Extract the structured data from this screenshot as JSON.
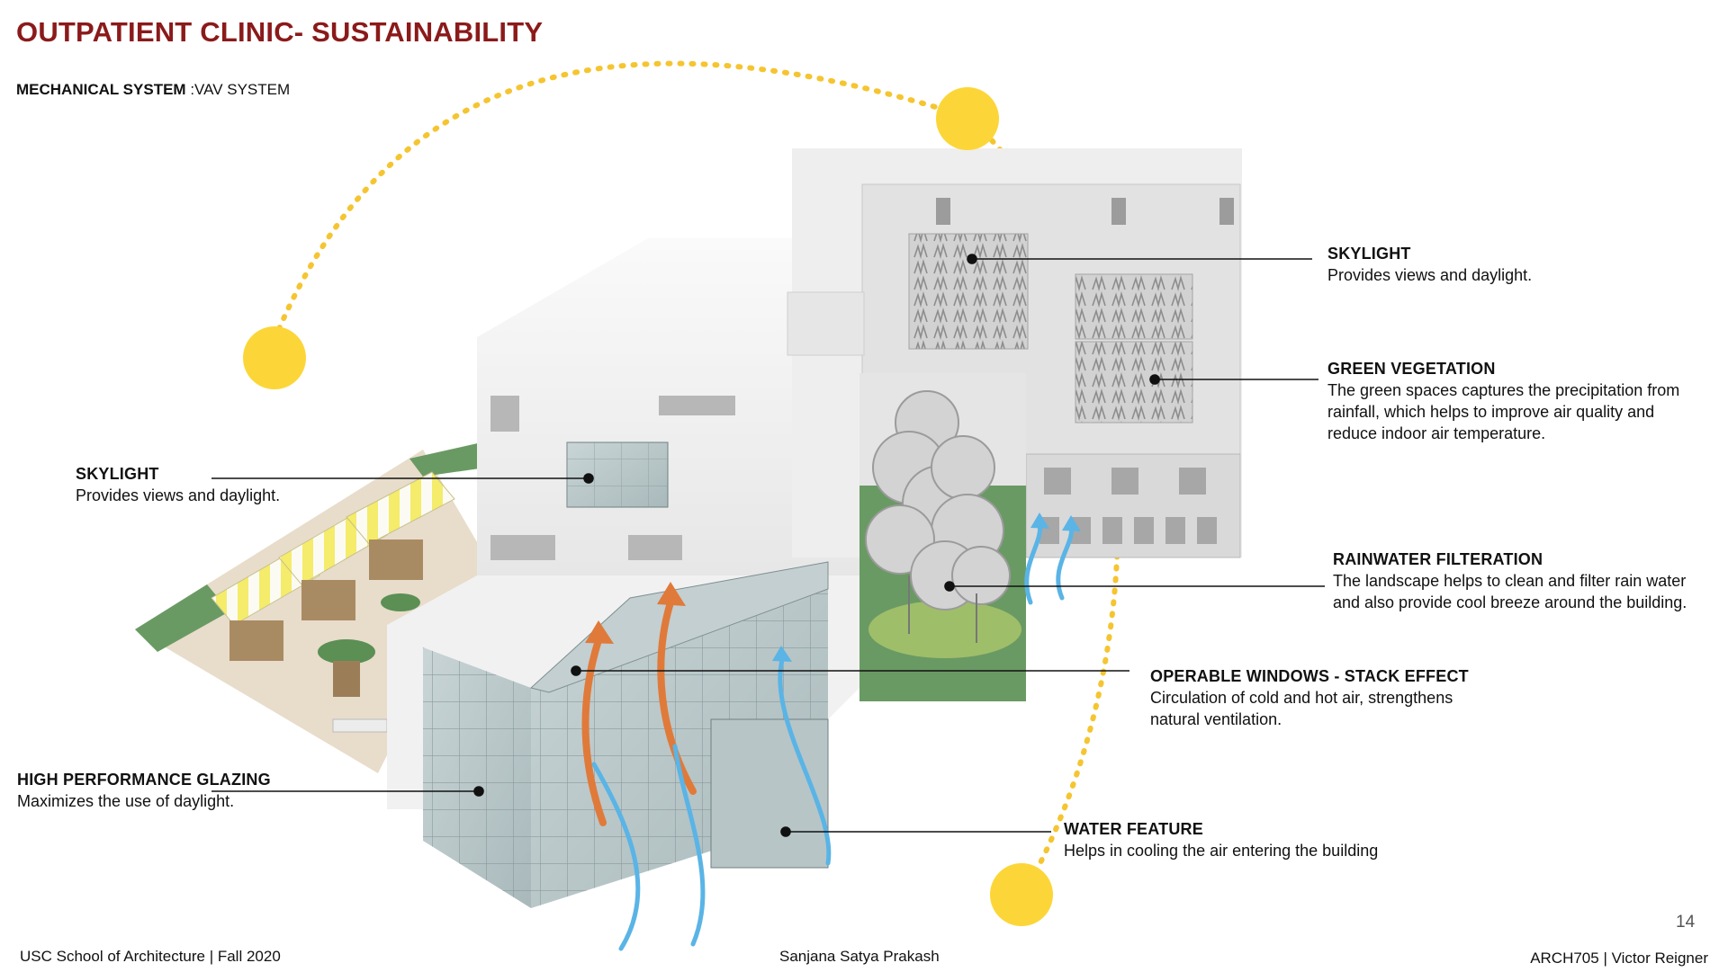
{
  "header": {
    "title": "OUTPATIENT CLINIC- SUSTAINABILITY",
    "subtitle_label": "MECHANICAL SYSTEM",
    "subtitle_value": " :VAV SYSTEM"
  },
  "callouts": {
    "skylight_left": {
      "heading": "SKYLIGHT",
      "desc": "Provides views and daylight."
    },
    "glazing": {
      "heading": "HIGH PERFORMANCE GLAZING",
      "desc": "Maximizes the use of daylight."
    },
    "skylight_right": {
      "heading": "SKYLIGHT",
      "desc": "Provides views and daylight."
    },
    "vegetation": {
      "heading": "GREEN VEGETATION",
      "desc": "The green spaces captures the precipitation from\n rainfall, which helps to improve air quality and\n reduce indoor air temperature."
    },
    "rainwater": {
      "heading": "RAINWATER FILTERATION",
      "desc": "The landscape helps to clean and filter rain water\nand also provide cool breeze around the building."
    },
    "windows": {
      "heading": "OPERABLE WINDOWS - STACK EFFECT",
      "desc": "Circulation of cold and hot air, strengthens\nnatural ventilation."
    },
    "water": {
      "heading": "WATER FEATURE",
      "desc": "Helps in cooling the air entering the building"
    }
  },
  "footer": {
    "left": "USC School of Architecture | Fall 2020",
    "center": "Sanjana Satya Prakash",
    "right": "ARCH705 | Victor Reigner",
    "page": "14"
  },
  "colors": {
    "title": "#8b1a1a",
    "sun": "#fcd638",
    "sun_path": "#f5c531",
    "hot_air": "#e07a3a",
    "cold_air": "#5ab4e6",
    "grass": "#6a9a63"
  }
}
